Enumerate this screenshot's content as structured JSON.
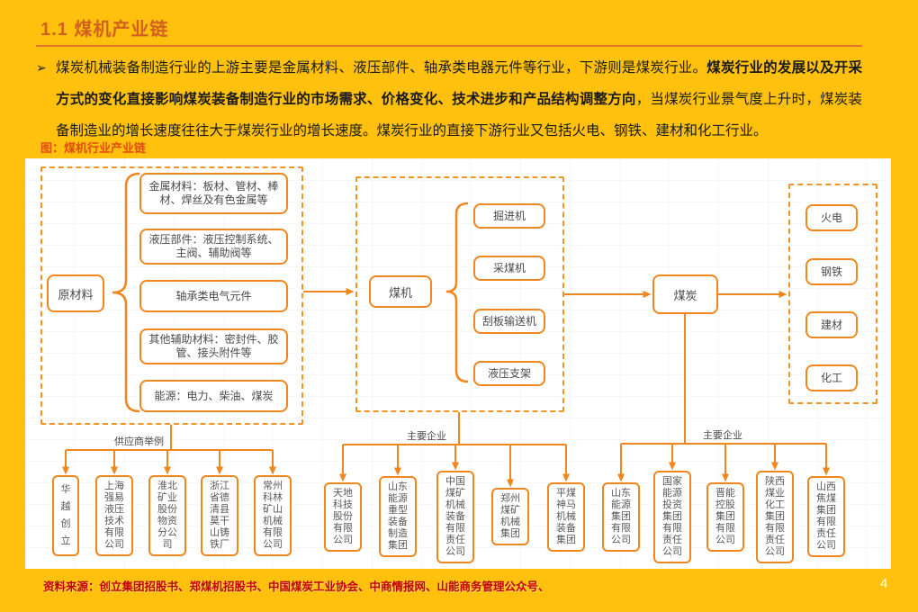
{
  "page": {
    "title": "1.1 煤机产业链",
    "page_number": "4"
  },
  "intro": {
    "bullet": "➢",
    "part1": "煤炭机械装备制造行业的上游主要是金属材料、液压部件、轴承类电器元件等行业，下游则是煤炭行业。",
    "part2_bold": "煤炭行业的发展以及开采方式的变化直接影响煤炭装备制造行业的市场需求、价格变化、技术进步和产品结构调整方向",
    "part3": "，当煤炭行业景气度上升时，煤炭装备制造业的增长速度往往大于煤炭行业的增长速度。煤炭行业的直接下游行业又包括火电、钢铁、建材和化工行业。"
  },
  "figure": {
    "caption": "图：煤机行业产业链"
  },
  "diagram": {
    "upstream": {
      "label": "原材料",
      "items": [
        "金属材料：板材、管材、棒材、焊丝及有色金属等",
        "液压部件：液压控制系统、主阀、辅助阀等",
        "轴承类电气元件",
        "其他辅助材料：密封件、胶管、接头附件等",
        "能源：电力、柴油、煤炭"
      ],
      "group_label": "供应商举例",
      "companies": [
        "华越创立",
        "上海强易液压技术有限公司",
        "淮北矿业股份物资分公司",
        "浙江省德清县莫干山铸铁厂",
        "常州科林矿山机械有限公司"
      ]
    },
    "midstream": {
      "label": "煤机",
      "items": [
        "掘进机",
        "采煤机",
        "刮板输送机",
        "液压支架"
      ],
      "group_label": "主要企业",
      "companies": [
        "天地科技股份有限公司",
        "山东能源重型装备制造集团",
        "中国煤矿机械装备有限责任公司",
        "郑州煤矿机械集团",
        "平煤神马机械装备集团"
      ]
    },
    "downstream": {
      "label": "煤炭",
      "items": [
        "火电",
        "钢铁",
        "建材",
        "化工"
      ],
      "group_label": "主要企业",
      "companies": [
        "山东能源集团有限公司",
        "国家能源投资集团有限责任公司",
        "晋能控股集团有限公司",
        "陕西煤业化工集团有限责任公司",
        "山西焦煤集团有限责任公司"
      ]
    }
  },
  "footer": {
    "source": "资料来源：创立集团招股书、郑煤机招股书、中国煤炭工业协会、中商情报网、山能商务管理公众号、"
  },
  "colors": {
    "background": "#FFC10E",
    "panel": "#FFFFFF",
    "accent_orange": "#F0861E",
    "title_orange": "#D2601E",
    "caption_red": "#E04E12",
    "footer_red": "#C00000",
    "body_text": "#1A1A1A",
    "node_text": "#595959"
  }
}
